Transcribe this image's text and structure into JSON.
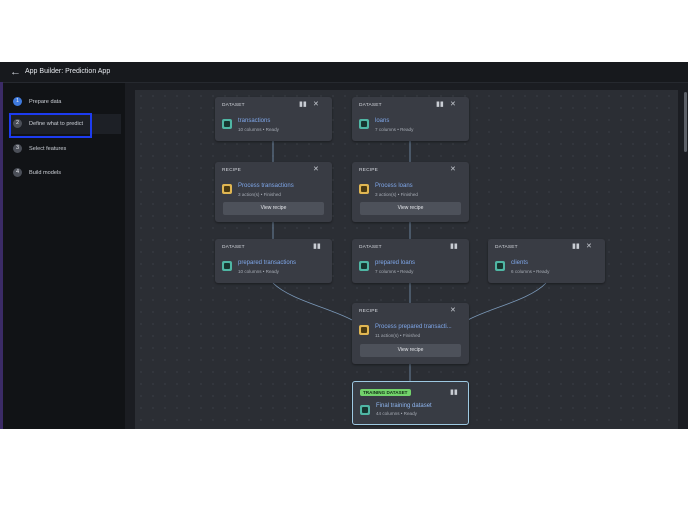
{
  "app": {
    "title": "App Builder: Prediction App"
  },
  "steps": [
    {
      "number": "1",
      "label": "Prepare data"
    },
    {
      "number": "2",
      "label": "Define what to predict"
    },
    {
      "number": "3",
      "label": "Select features"
    },
    {
      "number": "4",
      "label": "Build models"
    }
  ],
  "nodes": {
    "transactions": {
      "type": "DATASET",
      "name": "transactions",
      "meta": "10 columns • Ready"
    },
    "loans": {
      "type": "DATASET",
      "name": "loans",
      "meta": "7 columns • Ready"
    },
    "recipe_transactions": {
      "type": "RECIPE",
      "name": "Process transactions",
      "meta": "3 action(s) • Finished",
      "button": "View recipe"
    },
    "recipe_loans": {
      "type": "RECIPE",
      "name": "Process loans",
      "meta": "3 action(s) • Finished",
      "button": "View recipe"
    },
    "prepared_transactions": {
      "type": "DATASET",
      "name": "prepared transactions",
      "meta": "10 columns • Ready"
    },
    "prepared_loans": {
      "type": "DATASET",
      "name": "prepared loans",
      "meta": "7 columns • Ready"
    },
    "clients": {
      "type": "DATASET",
      "name": "clients",
      "meta": "6 columns • Ready"
    },
    "recipe_prepared": {
      "type": "RECIPE",
      "name": "Process prepared transacti...",
      "meta": "11 action(s) • Finished",
      "button": "View recipe"
    },
    "training": {
      "badge": "TRAINING DATASET",
      "name": "Final training dataset",
      "meta": "44 columns • Ready"
    }
  },
  "icons": {
    "chart": "bar-chart-icon",
    "close": "close-icon",
    "dataset": "database-icon",
    "recipe": "recipe-icon"
  },
  "colors": {
    "accent": "#3e79dd",
    "dataset_icon": "#4fb6a4",
    "recipe_icon": "#e0b652",
    "training_badge": "#72d36b",
    "highlight": "#1d3cf0"
  }
}
